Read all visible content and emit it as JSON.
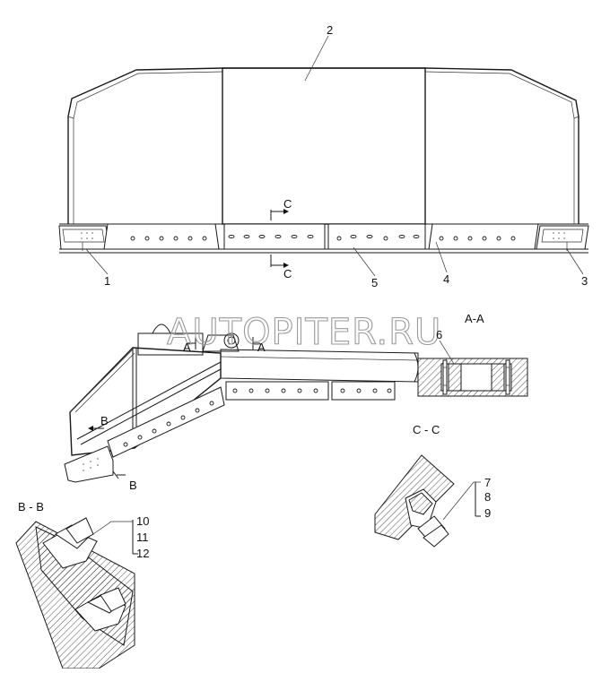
{
  "watermark": "AUTOPITER.RU",
  "callouts": {
    "c1": "1",
    "c2": "2",
    "c3": "3",
    "c4": "4",
    "c5": "5",
    "c6": "6",
    "c7": "7",
    "c8": "8",
    "c9": "9",
    "c10": "10",
    "c11": "11",
    "c12": "12"
  },
  "sections": {
    "aa_title": "A-A",
    "cc_title": "C - C",
    "bb_title": "B - B",
    "c_mark_top": "C",
    "c_mark_bottom": "C",
    "a_mark_left": "A",
    "a_mark_right": "A",
    "b_mark_top": "B",
    "b_mark_bottom": "B"
  }
}
